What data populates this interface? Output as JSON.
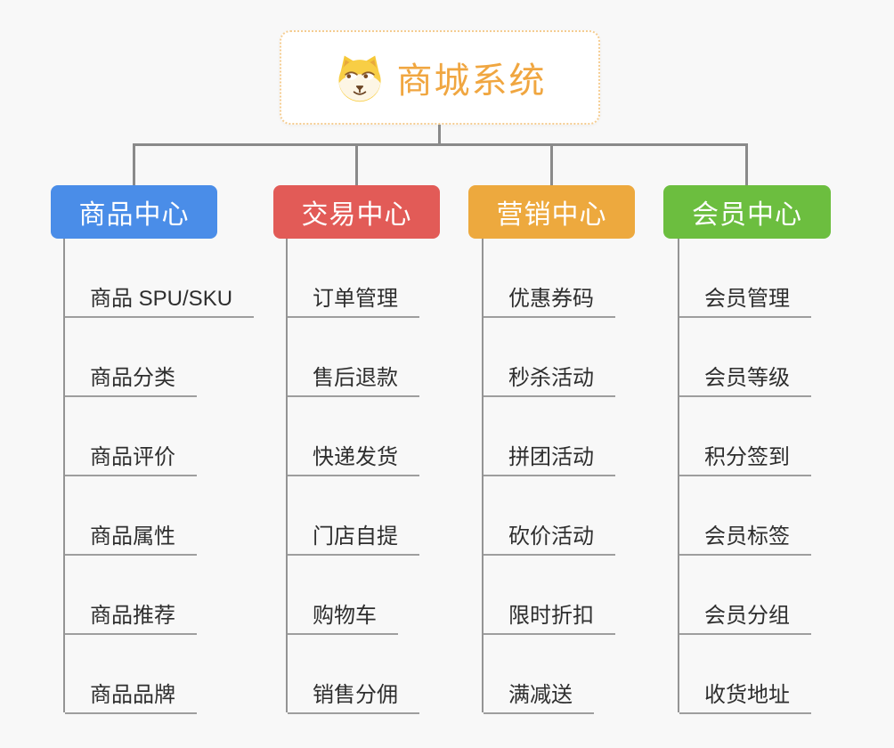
{
  "root": {
    "title": "商城系统",
    "icon": "dog-face-icon"
  },
  "branches": [
    {
      "id": "product-center",
      "label": "商品中心",
      "color": "#4A8DE8",
      "items": [
        "商品 SPU/SKU",
        "商品分类",
        "商品评价",
        "商品属性",
        "商品推荐",
        "商品品牌"
      ]
    },
    {
      "id": "trade-center",
      "label": "交易中心",
      "color": "#E25B57",
      "items": [
        "订单管理",
        "售后退款",
        "快递发货",
        "门店自提",
        "购物车",
        "销售分佣"
      ]
    },
    {
      "id": "marketing-center",
      "label": "营销中心",
      "color": "#EDA93E",
      "items": [
        "优惠券码",
        "秒杀活动",
        "拼团活动",
        "砍价活动",
        "限时折扣",
        "满减送"
      ]
    },
    {
      "id": "member-center",
      "label": "会员中心",
      "color": "#6CBE3F",
      "items": [
        "会员管理",
        "会员等级",
        "积分签到",
        "会员标签",
        "会员分组",
        "收货地址"
      ]
    }
  ],
  "theme": {
    "background": "#F8F8F8",
    "root_text_color": "#F0A640",
    "root_border_color": "#F5CD92",
    "connector_color": "#8A8A8A",
    "leaf_text_color": "#2E2E2E",
    "leaf_line_color": "#9E9E9E"
  }
}
